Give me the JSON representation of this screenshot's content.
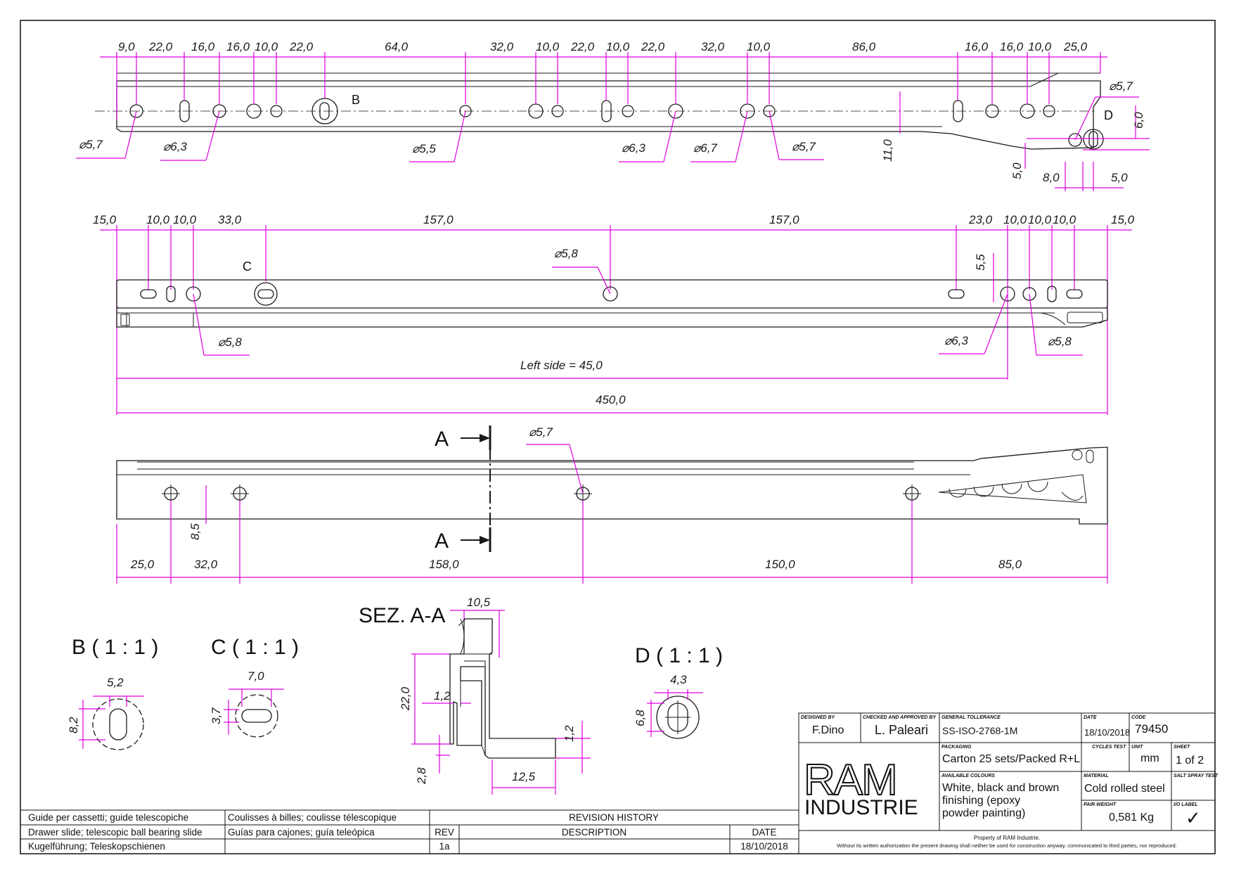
{
  "colors": {
    "dimension": "#e000e0",
    "geometry": "#1a1a1a",
    "background": "#ffffff"
  },
  "view_top": {
    "dims": [
      "9,0",
      "22,0",
      "16,0",
      "16,0",
      "10,0",
      "22,0",
      "64,0",
      "32,0",
      "10,0",
      "22,0",
      "10,0",
      "22,0",
      "32,0",
      "10,0",
      "86,0",
      "16,0",
      "16,0",
      "10,0",
      "25,0"
    ],
    "holes": [
      "⌀5,7",
      "⌀6,3",
      "⌀5,5",
      "⌀6,3",
      "⌀6,7",
      "⌀5,7",
      "⌀5,7"
    ],
    "vertical": [
      "11,0",
      "6,0",
      "5,0"
    ],
    "bottom": [
      "8,0",
      "5,0"
    ],
    "label_b": "B",
    "label_d": "D"
  },
  "view_side": {
    "dims": [
      "15,0",
      "10,0",
      "10,0",
      "33,0",
      "157,0",
      "157,0",
      "23,0",
      "10,0",
      "10,0",
      "10,0",
      "15,0"
    ],
    "holes": [
      "⌀5,8",
      "⌀5,8",
      "⌀6,3",
      "⌀5,8"
    ],
    "vertical": "5,5",
    "label_c": "C",
    "left_side": "Left side = 45,0",
    "total": "450,0"
  },
  "view_bottom": {
    "section_a": "A",
    "hole": "⌀5,7",
    "vertical": "8,5",
    "dims": [
      "25,0",
      "32,0",
      "158,0",
      "150,0",
      "85,0"
    ]
  },
  "details": {
    "b_title": "B ( 1 : 1 )",
    "b_w": "5,2",
    "b_h": "8,2",
    "c_title": "C ( 1 : 1 )",
    "c_w": "7,0",
    "c_h": "3,7",
    "d_title": "D ( 1 : 1 )",
    "d_w": "4,3",
    "d_h": "6,8"
  },
  "section": {
    "title": "SEZ. A-A",
    "w_top": "10,5",
    "h": "22,0",
    "t1": "1,2",
    "t2": "1,2",
    "bottom_h": "2,8",
    "bottom_w": "12,5"
  },
  "title_block": {
    "designed_by_label": "DESIGNED BY",
    "designed_by": "F.Dino",
    "checked_label": "CHECKED AND APPROVED BY",
    "checked": "L. Paleari",
    "tolerance_label": "GENERAL TOLLERANCE",
    "tolerance": "SS-ISO-2768-1M",
    "date_label": "DATE",
    "date": "18/10/2018",
    "code_label": "CODE",
    "code": "79450",
    "packaging_label": "PACKAGING",
    "packaging": "Carton 25 sets/Packed R+L",
    "cycles_label": "CYCLES TEST",
    "unit_label": "UNIT",
    "unit": "mm",
    "sheet_label": "SHEET",
    "sheet": "1 of 2",
    "logo_top": "RAM",
    "logo_bottom": "INDUSTRIE",
    "colours_label": "AVAILABLE COLOURS",
    "colours_line1": "White, black and brown",
    "colours_line2": "finishing (epoxy",
    "colours_line3": "powder painting)",
    "material_label": "MATERIAL",
    "material": "Cold rolled steel",
    "salt_label": "SALT SPRAY TEST",
    "weight_label": "PAIR WEIGHT",
    "weight": "0,581 Kg",
    "io_label": "I/O LABEL",
    "io_mark": "✓",
    "property": "Property of RAM Industrie.",
    "notice": "Without its written authorization the present drawing shall neither be used for construction anyway, communicated to third parties, nor reproduced."
  },
  "descriptions": [
    [
      "Guide per cassetti; guide telescopiche",
      "Coulisses à billes; coulisse télescopique"
    ],
    [
      "Drawer slide; telescopic ball bearing slide",
      "Guías para cajones; guía teleópica"
    ],
    [
      "Kugelführung; Teleskopschienen",
      ""
    ]
  ],
  "revision": {
    "header": "REVISION HISTORY",
    "col_rev": "REV",
    "col_desc": "DESCRIPTION",
    "col_date": "DATE",
    "rev": "1a",
    "desc": "",
    "date": "18/10/2018"
  }
}
